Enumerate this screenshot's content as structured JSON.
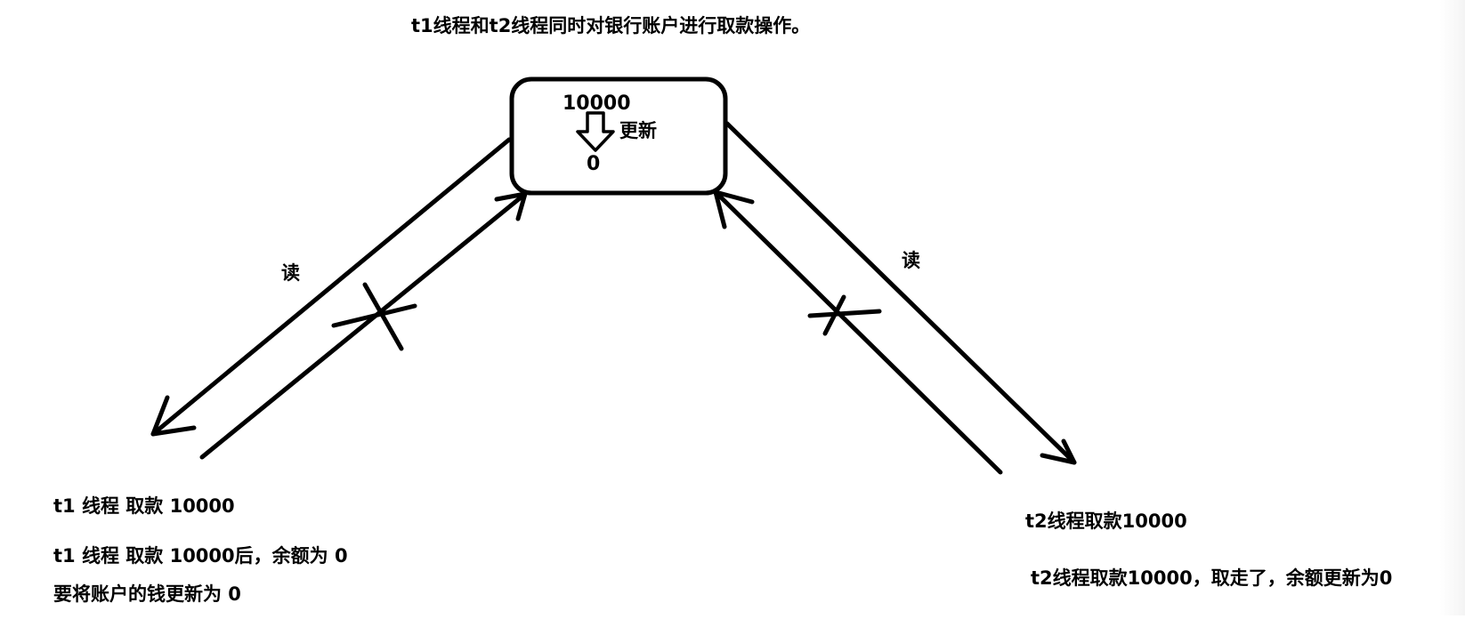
{
  "title": "t1线程和t2线程同时对银行账户进行取款操作。",
  "account_box": {
    "balance_before": "10000",
    "update_label": "更新",
    "balance_after": "0"
  },
  "left_read_label": "读",
  "right_read_label": "读",
  "t1": {
    "line1": "t1 线程 取款 10000",
    "line2": "t1 线程 取款 10000后，余额为 0",
    "line3": "要将账户的钱更新为 0"
  },
  "t2": {
    "line1": "t2线程取款10000",
    "line2": "t2线程取款10000，取走了，余额更新为0"
  },
  "colors": {
    "stroke": "#000000",
    "background": "#ffffff"
  }
}
